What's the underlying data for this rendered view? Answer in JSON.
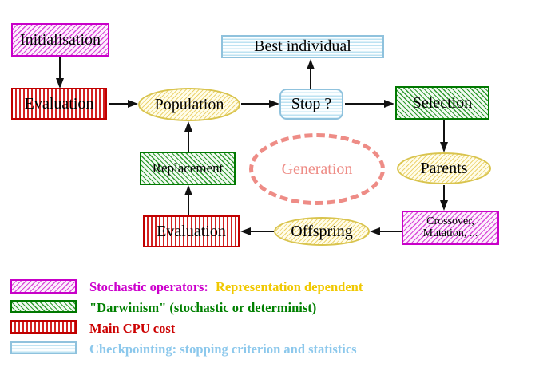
{
  "diagram": {
    "title_hint": "Evolutionary algorithm generation loop flowchart",
    "nodes": {
      "initialisation": {
        "label": "Initialisation",
        "style": "magenta-diagonal-hatch"
      },
      "evaluation_top": {
        "label": "Evaluation",
        "style": "red-vertical-stripes"
      },
      "population": {
        "label": "Population",
        "style": "yellow-ellipse"
      },
      "best_individual": {
        "label": "Best individual",
        "style": "cyan-horizontal-lines"
      },
      "stop": {
        "label": "Stop ?",
        "style": "cyan-horizontal-lines-rounded"
      },
      "selection": {
        "label": "Selection",
        "style": "green-diagonal-hatch"
      },
      "parents": {
        "label": "Parents",
        "style": "yellow-ellipse"
      },
      "crossover_mutation": {
        "line1": "Crossover,",
        "line2": "Mutation, ...",
        "style": "magenta-diagonal-hatch"
      },
      "offspring": {
        "label": "Offspring",
        "style": "yellow-ellipse"
      },
      "evaluation_bottom": {
        "label": "Evaluation",
        "style": "red-vertical-stripes"
      },
      "replacement": {
        "label": "Replacement",
        "style": "green-diagonal-hatch"
      },
      "generation": {
        "label": "Generation",
        "style": "salmon-dashed-ellipse"
      }
    },
    "edges": [
      {
        "from": "initialisation",
        "to": "evaluation_top"
      },
      {
        "from": "evaluation_top",
        "to": "population"
      },
      {
        "from": "population",
        "to": "stop"
      },
      {
        "from": "stop",
        "to": "best_individual"
      },
      {
        "from": "stop",
        "to": "selection"
      },
      {
        "from": "selection",
        "to": "parents"
      },
      {
        "from": "parents",
        "to": "crossover_mutation"
      },
      {
        "from": "crossover_mutation",
        "to": "offspring"
      },
      {
        "from": "offspring",
        "to": "evaluation_bottom"
      },
      {
        "from": "evaluation_bottom",
        "to": "replacement"
      },
      {
        "from": "replacement",
        "to": "population"
      }
    ]
  },
  "legend": {
    "items": [
      {
        "swatch": "magenta-diagonal-hatch",
        "parts": [
          {
            "text": "Stochastic operators:",
            "color": "#cc00cc"
          },
          {
            "text": "Representation dependent",
            "color": "#f0c800"
          }
        ]
      },
      {
        "swatch": "green-diagonal-hatch",
        "parts": [
          {
            "text": "\"Darwinism\" (stochastic or determinist)",
            "color": "#008000"
          }
        ]
      },
      {
        "swatch": "red-vertical-stripes",
        "parts": [
          {
            "text": "Main CPU cost",
            "color": "#cc0000"
          }
        ]
      },
      {
        "swatch": "cyan-horizontal-lines",
        "parts": [
          {
            "text": "Checkpointing: stopping criterion and statistics",
            "color": "#8cc8ec"
          }
        ]
      }
    ]
  },
  "colors": {
    "magenta": "#c800c8",
    "red": "#c00000",
    "green": "#007800",
    "cyan_border": "#8fc2dd",
    "yellow_border": "#d9c44e",
    "salmon": "#ee8c86",
    "gold_text": "#f0c800",
    "light_blue_text": "#8cc8ec",
    "arrow": "#111111",
    "node_text": "#000000"
  }
}
